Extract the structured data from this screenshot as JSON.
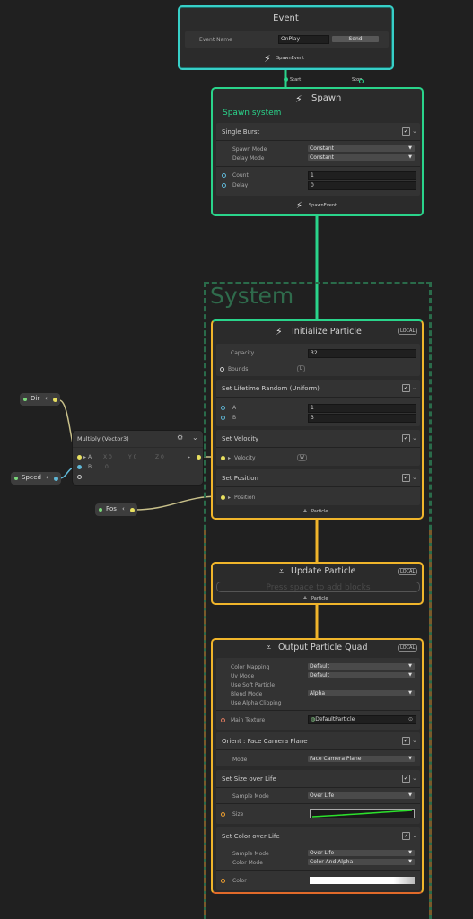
{
  "colors": {
    "spawn_green": "#2ad48b",
    "flow_orange": "#f0b52b",
    "system_dash": "#2a6b4a",
    "event_border": "#37cfc7"
  },
  "event": {
    "title": "Event",
    "event_name_label": "Event Name",
    "event_name_value": "OnPlay",
    "send_label": "Send",
    "spawn_event_label": "SpawnEvent"
  },
  "spawn": {
    "start_label": "Start",
    "stop_label": "Stop",
    "title": "Spawn",
    "note": "Spawn system",
    "single_burst": {
      "title": "Single Burst",
      "spawn_mode_label": "Spawn Mode",
      "spawn_mode_value": "Constant",
      "delay_mode_label": "Delay Mode",
      "delay_mode_value": "Constant",
      "count_label": "Count",
      "count_value": "1",
      "delay_label": "Delay",
      "delay_value": "0"
    },
    "footer": "SpawnEvent"
  },
  "system": {
    "title": "System"
  },
  "initialize": {
    "title": "Initialize Particle",
    "badge": "LOCAL",
    "capacity_label": "Capacity",
    "capacity_value": "32",
    "bounds_label": "Bounds",
    "bounds_badge": "L",
    "lifetime": {
      "title": "Set Lifetime Random (Uniform)",
      "a_label": "A",
      "a_value": "1",
      "b_label": "B",
      "b_value": "3"
    },
    "velocity": {
      "title": "Set Velocity",
      "field_label": "Velocity",
      "badge": "W"
    },
    "position": {
      "title": "Set Position",
      "field_label": "Position"
    },
    "footer": "Particle"
  },
  "update": {
    "title": "Update Particle",
    "badge": "LOCAL",
    "placeholder": "Press space to add blocks",
    "footer": "Particle"
  },
  "output": {
    "title": "Output Particle Quad",
    "badge": "LOCAL",
    "color_mapping_label": "Color Mapping",
    "color_mapping_value": "Default",
    "uv_mode_label": "Uv Mode",
    "uv_mode_value": "Default",
    "soft_particle_label": "Use Soft Particle",
    "blend_mode_label": "Blend Mode",
    "blend_mode_value": "Alpha",
    "alpha_clipping_label": "Use Alpha Clipping",
    "main_texture_label": "Main Texture",
    "main_texture_value": "DefaultParticle",
    "orient": {
      "title": "Orient : Face Camera Plane",
      "mode_label": "Mode",
      "mode_value": "Face Camera Plane"
    },
    "size_over_life": {
      "title": "Set Size over Life",
      "sample_mode_label": "Sample Mode",
      "sample_mode_value": "Over Life",
      "size_label": "Size"
    },
    "color_over_life": {
      "title": "Set Color over Life",
      "sample_mode_label": "Sample Mode",
      "sample_mode_value": "Over Life",
      "color_mode_label": "Color Mode",
      "color_mode_value": "Color And Alpha",
      "color_label": "Color"
    }
  },
  "multiply": {
    "title": "Multiply (Vector3)",
    "a_label": "A",
    "b_label": "B",
    "a_x": "X 0",
    "a_y": "Y 0",
    "a_z": "Z 0",
    "b_value": "0"
  },
  "params": {
    "dir": "Dir",
    "speed": "Speed",
    "pos": "Pos"
  }
}
